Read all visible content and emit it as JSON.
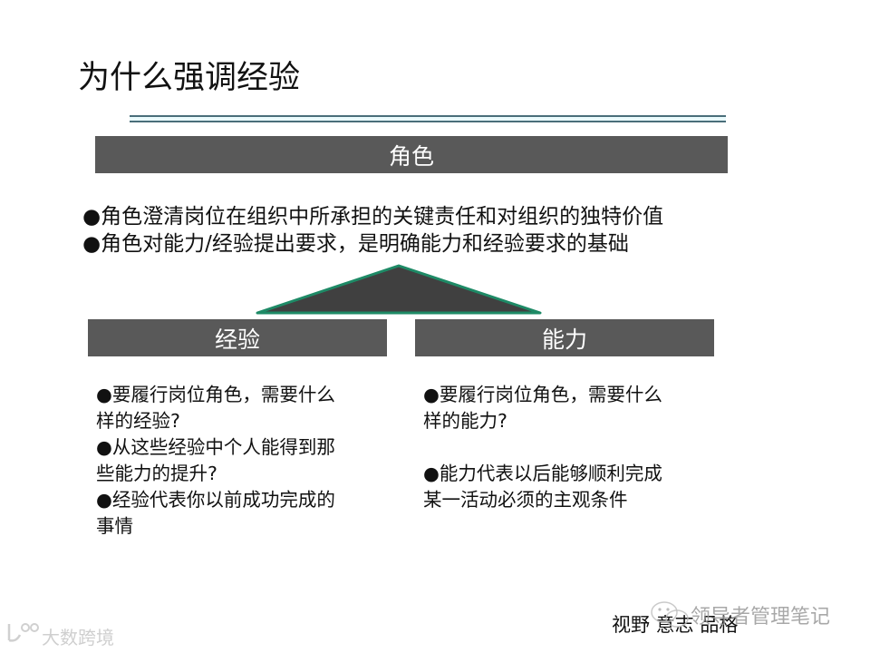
{
  "slide": {
    "title": "为什么强调经验",
    "role_header": "角色",
    "role_bullets": [
      "●角色澄清岗位在组织中所承担的关键责任和对组织的独特价值",
      "●角色对能力/经验提出要求，是明确能力和经验要求的基础"
    ],
    "experience": {
      "header": "经验",
      "bullets": [
        [
          "●要履行岗位角色，需要什么",
          "样的经验?"
        ],
        [
          "●从这些经验中个人能得到那",
          "些能力的提升?"
        ],
        [
          "●经验代表你以前成功完成的",
          "事情"
        ]
      ]
    },
    "ability": {
      "header": "能力",
      "bullets": [
        [
          "●要履行岗位角色，需要什么",
          "样的能力?"
        ],
        [
          "●能力代表以后能够顺利完成",
          "某一活动必须的主观条件"
        ]
      ]
    },
    "footer_text": "视野 意志 品格",
    "watermark_text": "领导者管理笔记",
    "logo_text": "大数跨境"
  },
  "colors": {
    "bar_bg": "#595959",
    "triangle_fill": "#404040",
    "triangle_stroke": "#1e8a66",
    "rule": "#4a6e7a"
  },
  "icons": {
    "bullet": "black-circle",
    "wechat": "wechat-icon",
    "logo": "logo-icon"
  }
}
